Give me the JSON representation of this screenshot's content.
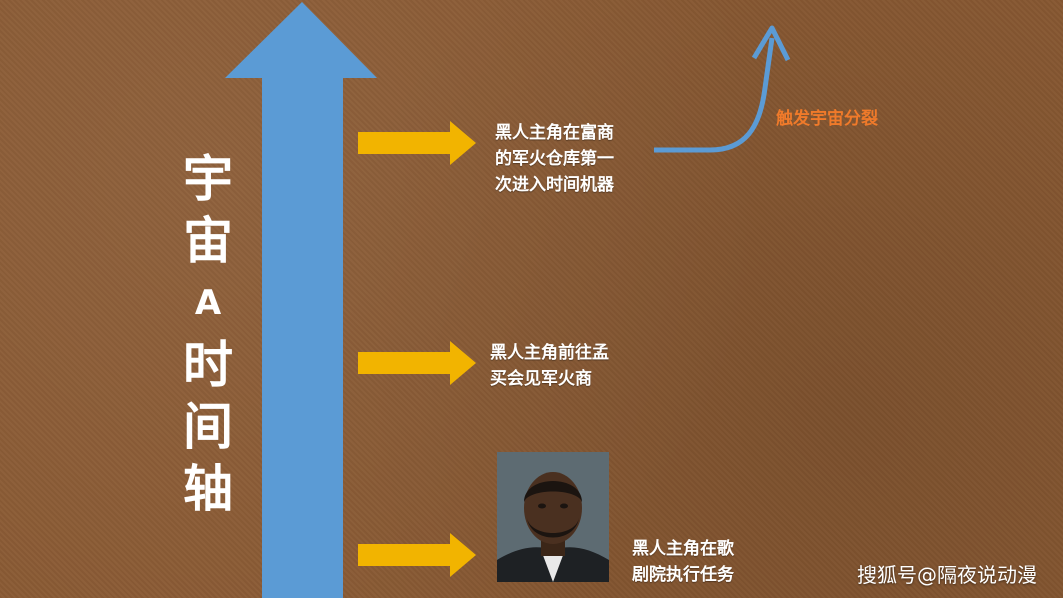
{
  "timeline": {
    "title_chars": [
      "宇",
      "宙",
      "A",
      "时",
      "间",
      "轴"
    ]
  },
  "events": [
    {
      "lines": [
        "黑人主角在富商",
        "的军火仓库第一",
        "次进入时间机器"
      ]
    },
    {
      "lines": [
        "黑人主角前往孟",
        "买会见军火商"
      ]
    },
    {
      "lines": [
        "黑人主角在歌",
        "剧院执行任务"
      ]
    }
  ],
  "split": {
    "label": "触发宇宙分裂"
  },
  "watermark": "搜狐号@隔夜说动漫",
  "colors": {
    "background": "#8a5a33",
    "timeline_arrow": "#5b9bd5",
    "event_arrow": "#f2b400",
    "split_label": "#f07a2a"
  }
}
